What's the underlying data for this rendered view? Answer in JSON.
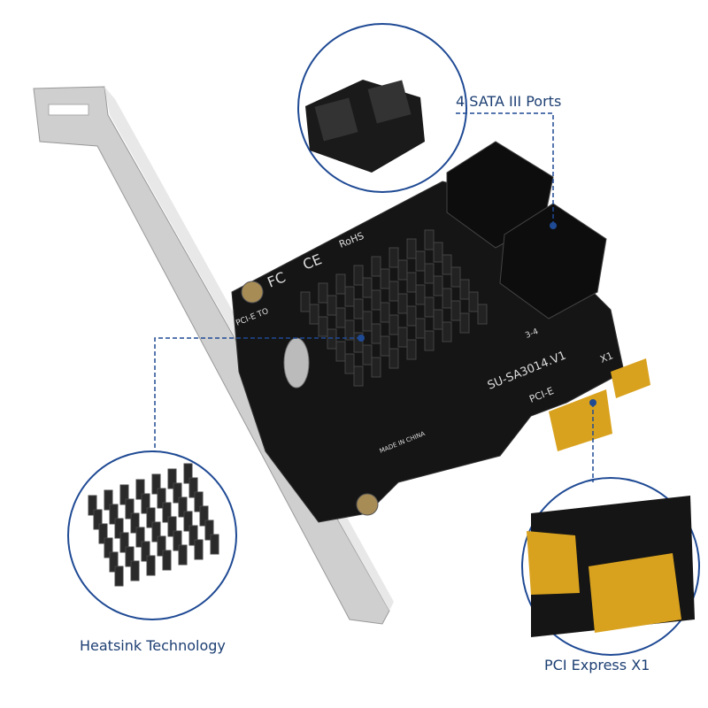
{
  "callouts": {
    "sata": "4 SATA III Ports",
    "heatsink": "Heatsink Technology",
    "pcie": "PCI Express X1"
  },
  "board": {
    "model": "SU-SA3014.V1",
    "interface": "PCI-E",
    "slot": "X1",
    "rohs": "RoHS",
    "fc": "FC",
    "ce": "CE",
    "pcie_to": "PCI-E TO",
    "made_in": "MADE IN CHINA",
    "ports": "3-4"
  },
  "colors": {
    "callout": "#1d3f73",
    "circle": "#1f4a94",
    "pcb": "#141414",
    "gold": "#d9a21e",
    "bracket": "#c9c9c9"
  }
}
